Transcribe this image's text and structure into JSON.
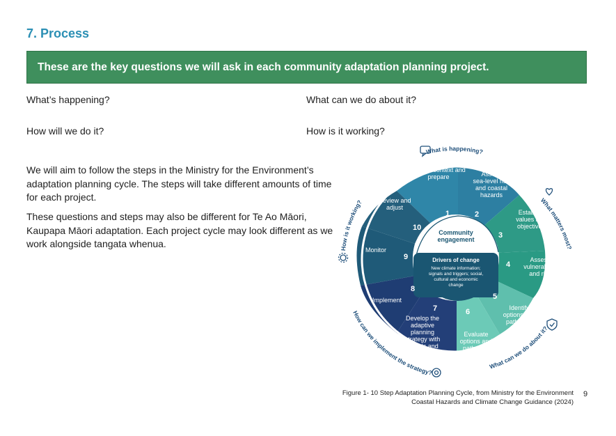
{
  "section": {
    "title": "7. Process"
  },
  "banner": {
    "text": "These are the key questions we will ask in each community adaptation planning project."
  },
  "questions": {
    "q1": "What’s happening?",
    "q2": "What can we do about it?",
    "q3": "How will we do it?",
    "q4": "How is it working?"
  },
  "body": {
    "p1": "We will aim to follow the steps in the Ministry for the Environment’s adaptation planning cycle. The steps will take different amounts of time for each project.",
    "p2": "These questions and steps may also be different for Te Ao Māori, Kaupapa Māori adaptation. Each project cycle may look different as we work alongside tangata whenua."
  },
  "diagram": {
    "outer_labels": {
      "top": "What is happening?",
      "right": "What matters most?",
      "bottom_right": "What can we do about it?",
      "bottom_left": "How can we implement the strategy?",
      "left": "How is it working?"
    },
    "steps": [
      {
        "num": "1",
        "label": "Set the context and prepare"
      },
      {
        "num": "2",
        "label": "Assess sea-level rise and coastal hazards"
      },
      {
        "num": "3",
        "label": "Establish values and objectives"
      },
      {
        "num": "4",
        "label": "Assess vulnerability and risk"
      },
      {
        "num": "5",
        "label": "Identify options and pathways"
      },
      {
        "num": "6",
        "label": "Evaluate options and pathways"
      },
      {
        "num": "7",
        "label": "Develop the adaptive planning strategy with signals and triggers"
      },
      {
        "num": "8",
        "label": "Implement"
      },
      {
        "num": "9",
        "label": "Monitor"
      },
      {
        "num": "10",
        "label": "Review and adjust"
      }
    ],
    "center": {
      "engagement": "Community engagement",
      "drivers_title": "Drivers of change",
      "drivers_text": "New climate information; signals and triggers; social, cultural and economic change"
    },
    "colors": {
      "blue_light": "#2f86a8",
      "blue_mid": "#226a8b",
      "teal_dark": "#2e9a86",
      "teal_light": "#6ccab7",
      "navy": "#1f3d73",
      "slate": "#1f5a78",
      "center": "#1a5672"
    }
  },
  "caption": "Figure 1- 10 Step Adaptation Planning Cycle, from Ministry for the Environment Coastal Hazards and Climate Change Guidance (2024)",
  "page_number": "9"
}
